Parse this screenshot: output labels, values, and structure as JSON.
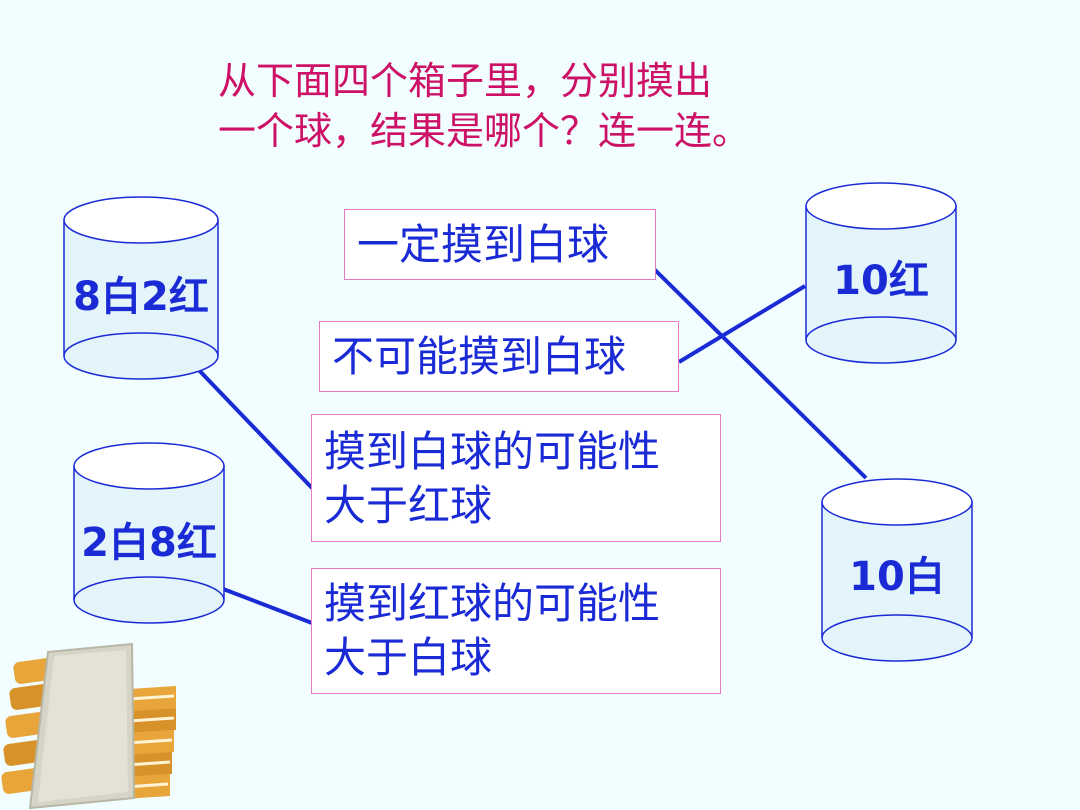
{
  "instruction": {
    "line1": "从下面四个箱子里，分别摸出",
    "line2": "一个球，结果是哪个？连一连。"
  },
  "boxes": {
    "b1": "8白2红",
    "b2": "2白8红",
    "b3": "10红",
    "b4": "10白"
  },
  "options": {
    "o1": "一定摸到白球",
    "o2": "不可能摸到白球",
    "o3_line1": "摸到白球的可能性",
    "o3_line2": "大于红球",
    "o4_line1": "摸到红球的可能性",
    "o4_line2": "大于白球"
  },
  "colors": {
    "background": "#f1fdfe",
    "instruction_text": "#cc1166",
    "label_text": "#1a2bd6",
    "option_border": "#e67ac4",
    "connector": "#1a2bd6",
    "cylinder_fill": "#e3f4fb"
  }
}
